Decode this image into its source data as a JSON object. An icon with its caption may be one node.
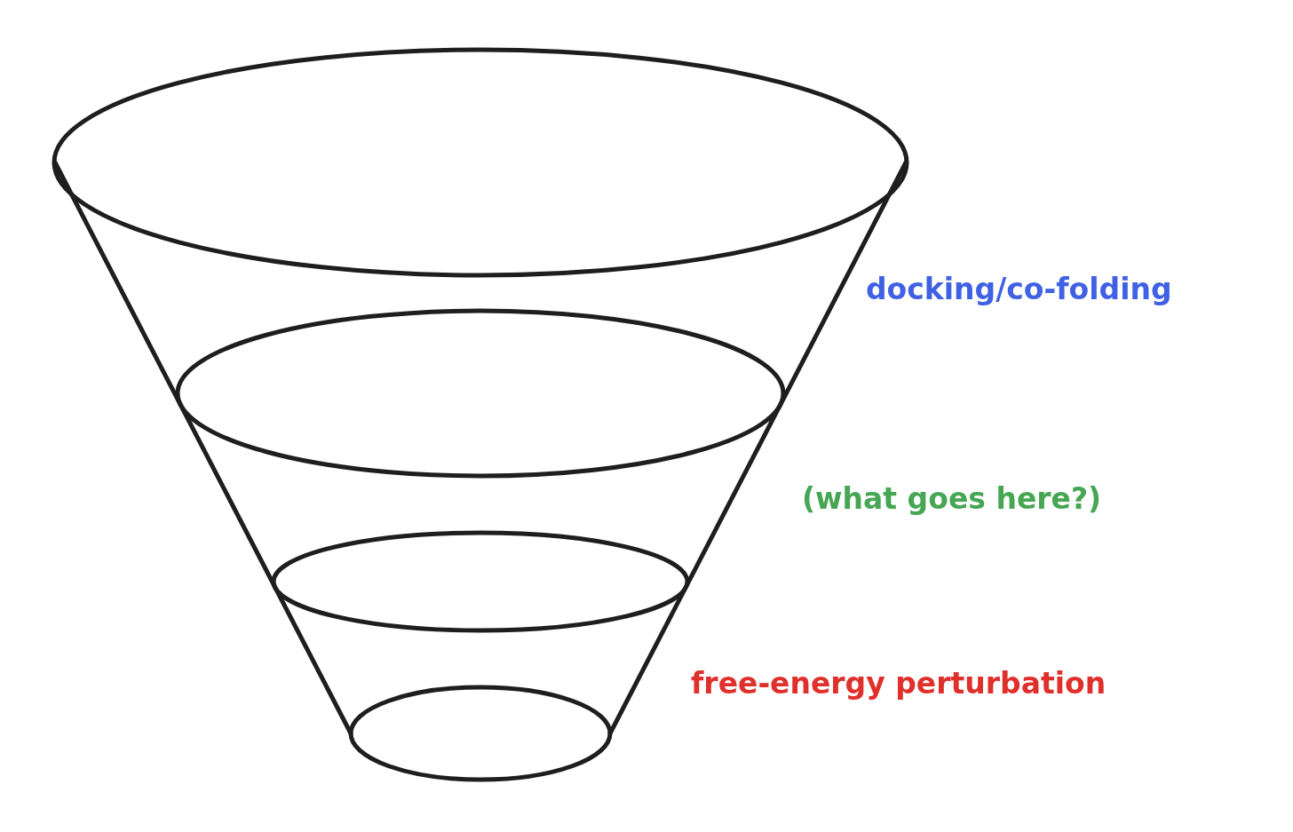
{
  "diagram": {
    "labels": [
      "docking/co-folding",
      "(what goes here?)",
      "free-energy perturbation"
    ]
  }
}
